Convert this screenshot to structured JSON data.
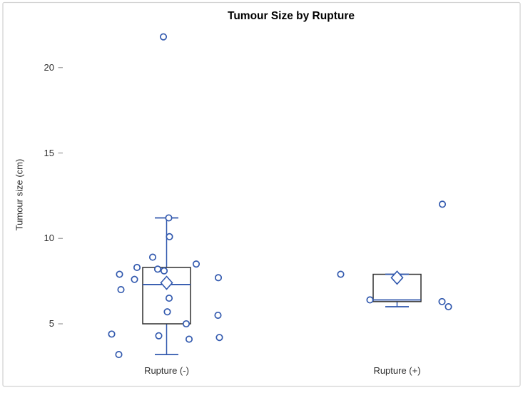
{
  "chart_data": {
    "type": "boxplot",
    "title": "Tumour Size by Rupture",
    "ylabel": "Tumour size (cm)",
    "xlabel": "",
    "y_ticks": [
      5,
      10,
      15,
      20
    ],
    "y_tick_labels": [
      "5",
      "10",
      "15",
      "20"
    ],
    "ylim": [
      2.0,
      22.8
    ],
    "grid": false,
    "legend": "none",
    "marker_style": "open-circle",
    "mean_marker": "open-diamond",
    "categories": [
      "Rupture (-)",
      "Rupture (+)"
    ],
    "series": [
      {
        "category": "Rupture (-)",
        "box": {
          "q1": 5.0,
          "median": 7.3,
          "q3": 8.3,
          "whisker_low": 3.2,
          "whisker_high": 11.2,
          "mean": 7.4
        },
        "points": [
          {
            "value": 21.8,
            "dx": -4.5
          },
          {
            "value": 11.2,
            "dx": 3
          },
          {
            "value": 10.1,
            "dx": 4
          },
          {
            "value": 8.9,
            "dx": -19.5
          },
          {
            "value": 8.5,
            "dx": 41.5
          },
          {
            "value": 8.3,
            "dx": -41.5
          },
          {
            "value": 8.2,
            "dx": -12.5
          },
          {
            "value": 8.1,
            "dx": -3.5
          },
          {
            "value": 7.9,
            "dx": -66
          },
          {
            "value": 7.7,
            "dx": 72.5
          },
          {
            "value": 7.6,
            "dx": -45
          },
          {
            "value": 7.0,
            "dx": -64
          },
          {
            "value": 6.5,
            "dx": 3.5
          },
          {
            "value": 5.7,
            "dx": 1
          },
          {
            "value": 5.5,
            "dx": 72
          },
          {
            "value": 5.0,
            "dx": 27.5
          },
          {
            "value": 4.4,
            "dx": -77
          },
          {
            "value": 4.3,
            "dx": -11
          },
          {
            "value": 4.2,
            "dx": 74
          },
          {
            "value": 4.1,
            "dx": 31.5
          },
          {
            "value": 3.2,
            "dx": -67
          }
        ]
      },
      {
        "category": "Rupture (+)",
        "box": {
          "q1": 6.3,
          "median": 6.4,
          "q3": 7.9,
          "whisker_low": 6.0,
          "whisker_high": 7.9,
          "mean": 7.7
        },
        "points": [
          {
            "value": 12.0,
            "dx": 63.5
          },
          {
            "value": 7.9,
            "dx": -79
          },
          {
            "value": 6.4,
            "dx": -38
          },
          {
            "value": 6.3,
            "dx": 63
          },
          {
            "value": 6.0,
            "dx": 72
          }
        ]
      }
    ],
    "colors": {
      "marker_blue": "#3259ae",
      "box_outline": "#2f2f2f",
      "text": "#2e2e2e",
      "tick": "#999999",
      "border": "#d4d4d4",
      "background": "#ffffff"
    }
  }
}
